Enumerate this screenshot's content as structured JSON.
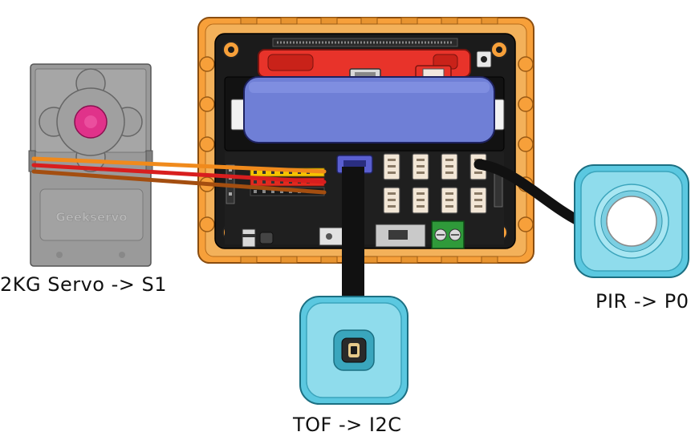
{
  "labels": {
    "servo": "2KG Servo -> S1",
    "pir": "PIR -> P0",
    "tof": "TOF -> I2C",
    "servo_brand": "Geekservo"
  },
  "colors": {
    "frame_orange": "#f7a03a",
    "frame_orange_dark": "#d97f1a",
    "board_black": "#1b1b1b",
    "battery_blue": "#6f7fd6",
    "holder_red": "#e8332a",
    "module_cyan": "#5bc8e0",
    "servo_gray": "#9a9a9a",
    "servo_pink": "#e0328a",
    "terminal_green": "#2f9a3a",
    "wire_orange": "#f08a1c",
    "wire_red": "#d81e1e",
    "wire_brown": "#a44e10",
    "cable_black": "#111111"
  },
  "icons": [
    "servo-horn-icon",
    "pir-lens-icon",
    "tof-sensor-icon",
    "battery-icon",
    "screw-hole-icon"
  ]
}
